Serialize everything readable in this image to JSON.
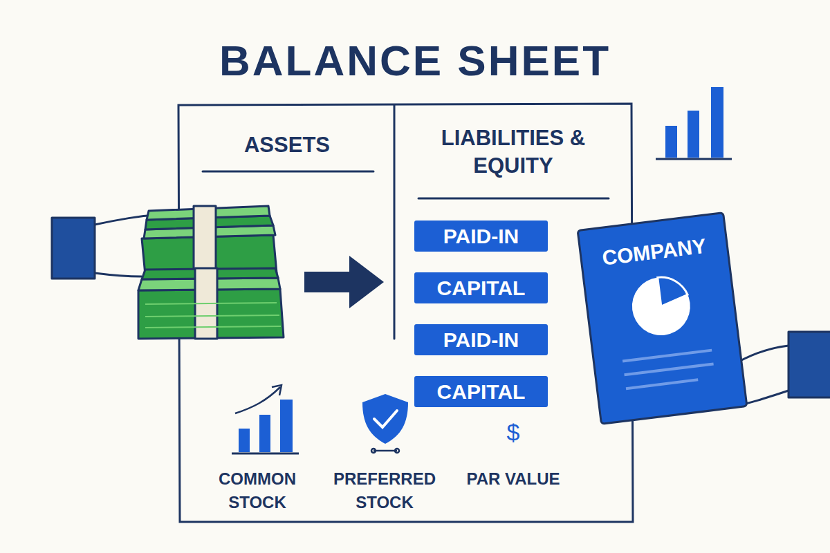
{
  "diagram": {
    "title": "BALANCE SHEET",
    "nodes": [
      {
        "text": [
          "ASSETS"
        ]
      },
      {
        "text": [
          "LIABILITIES & EQUITY"
        ]
      },
      {
        "text": [
          "PAID-IN"
        ],
        "in": 1
      },
      {
        "text": [
          "CAPITAL"
        ],
        "in": 1
      },
      {
        "text": [
          "PAID-IN"
        ],
        "in": 1
      },
      {
        "text": [
          "CAPITAL"
        ],
        "in": 1
      },
      {
        "text": [
          "COMPANY"
        ]
      }
    ],
    "labels": [
      "COMMON STOCK",
      "PREFERRED STOCK",
      "$",
      "PAR VALUE"
    ]
  }
}
